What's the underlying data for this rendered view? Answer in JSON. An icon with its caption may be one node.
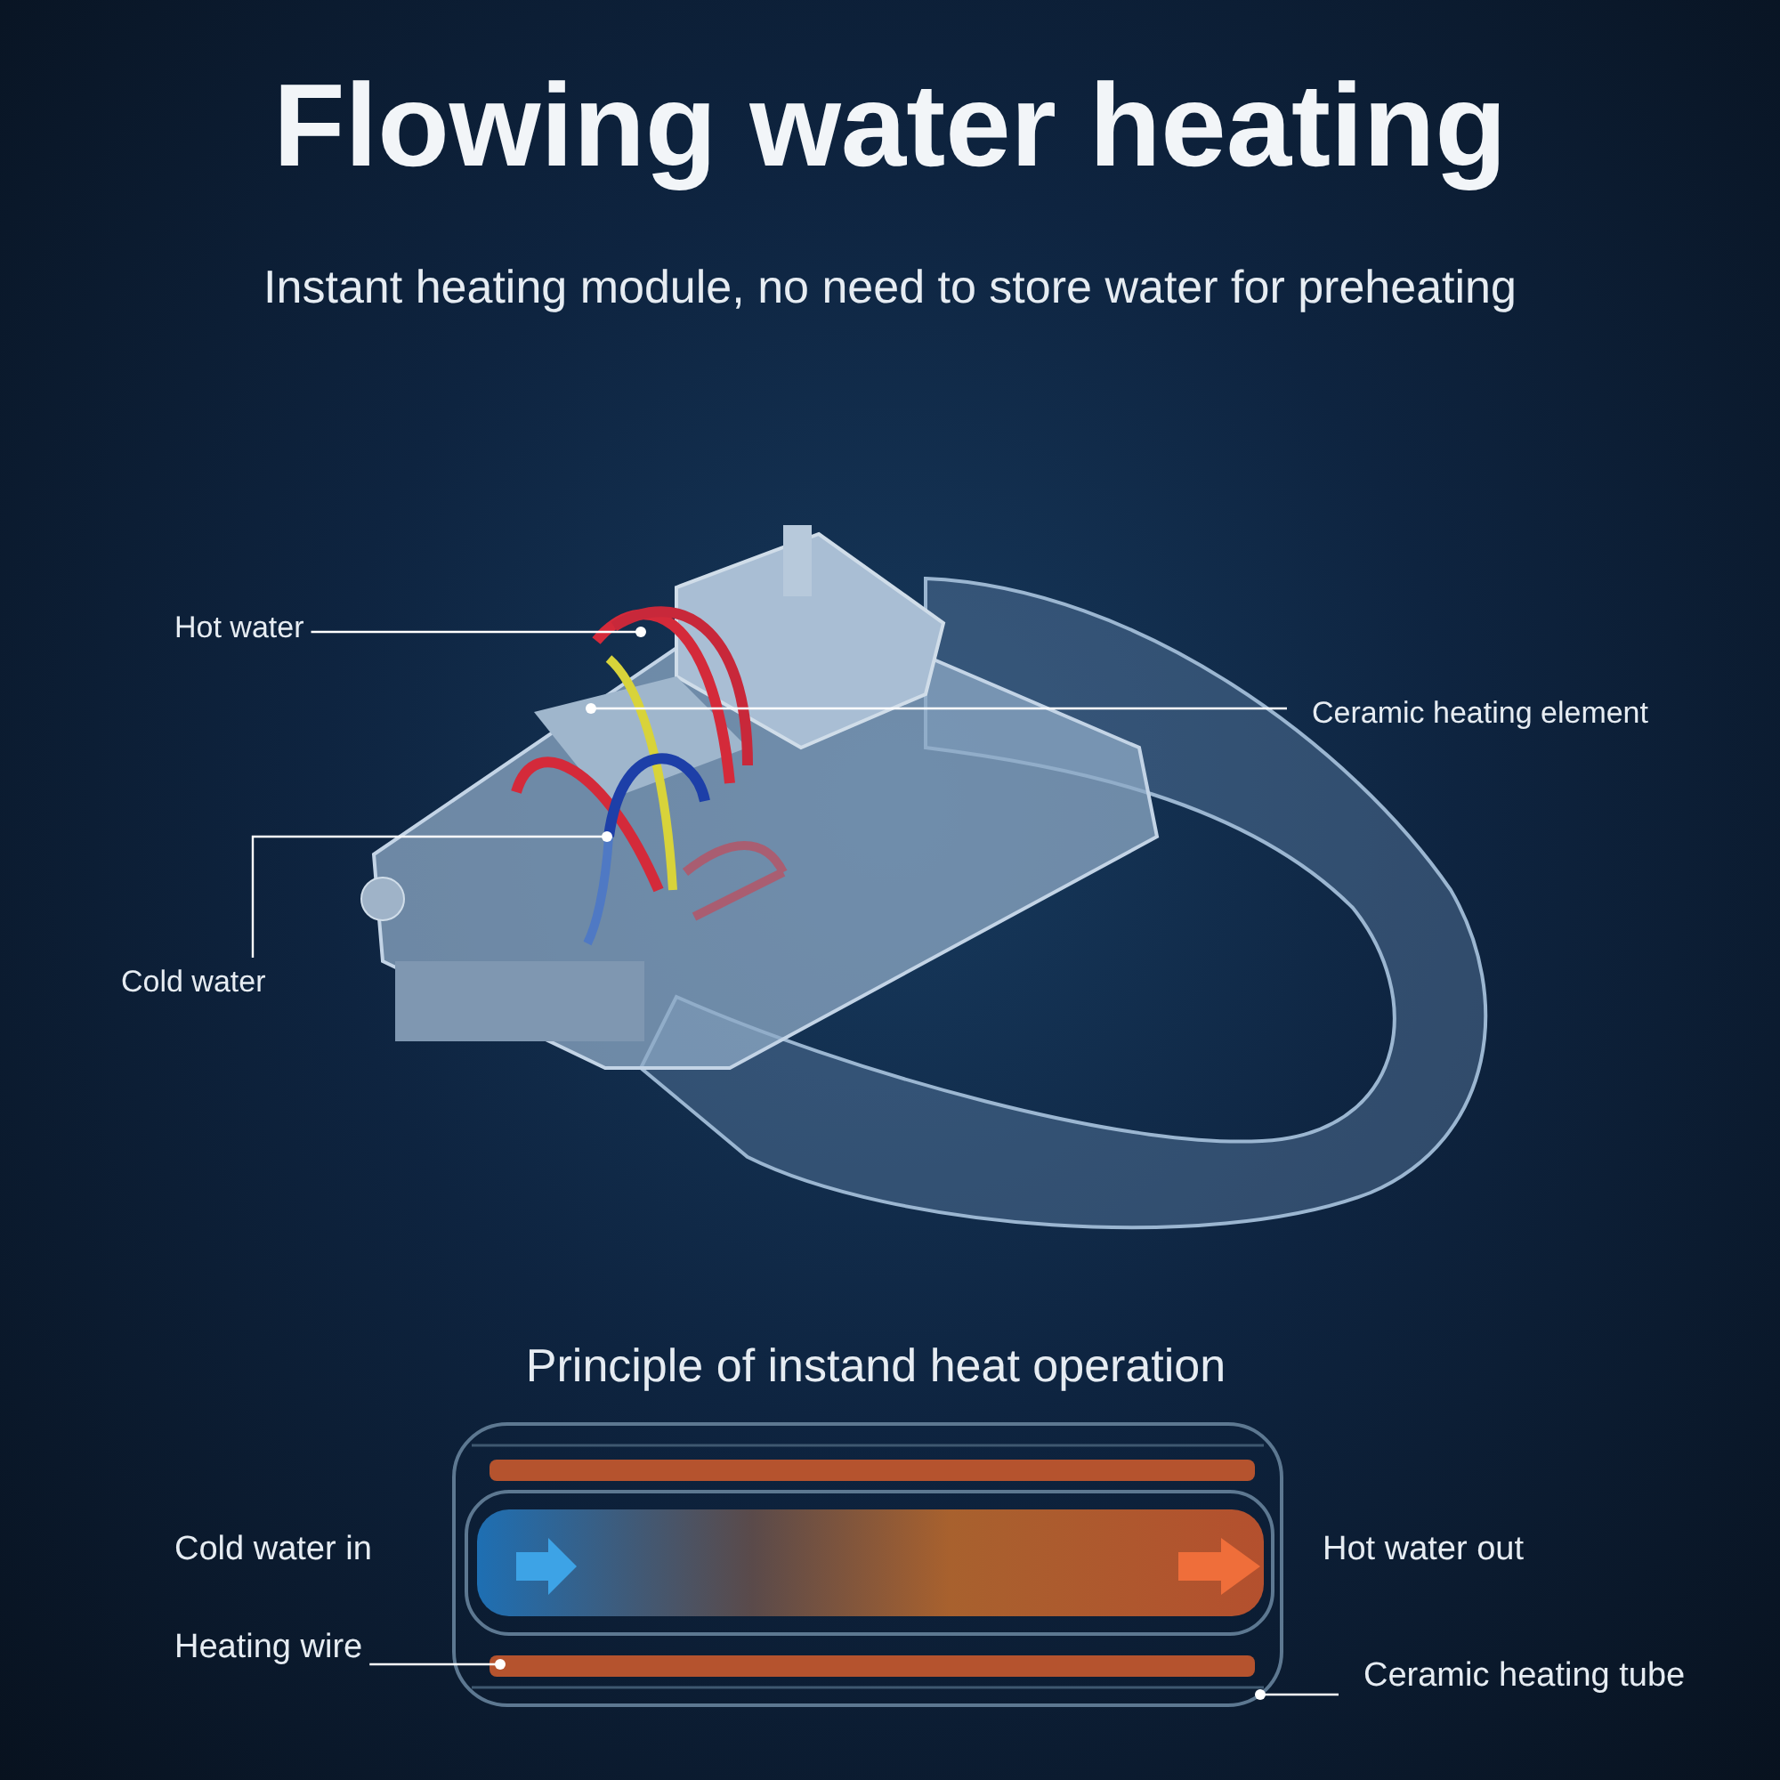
{
  "diagram": {
    "title": "Flowing water heating",
    "nodes": [
      {
        "text": [
          "Hot water"
        ]
      },
      {
        "text": [
          "Ceramic heating element"
        ]
      },
      {
        "text": [
          "Cold water"
        ]
      },
      {
        "text": [
          "Heating wire"
        ]
      },
      {
        "text": [
          "Ceramic heating tube"
        ]
      }
    ],
    "edges": [
      {
        "from": 0,
        "to": null,
        "arrow": "other"
      },
      {
        "from": 1,
        "to": null,
        "arrow": "other"
      },
      {
        "from": 2,
        "to": null,
        "arrow": "other"
      },
      {
        "from": 3,
        "to": null,
        "arrow": "other"
      },
      {
        "from": 4,
        "to": null,
        "arrow": "other"
      }
    ],
    "labels": [
      "Instant heating module, no need to store water for preheating",
      "Principle of instand heat operation",
      "Cold water in",
      "Hot water out"
    ]
  }
}
